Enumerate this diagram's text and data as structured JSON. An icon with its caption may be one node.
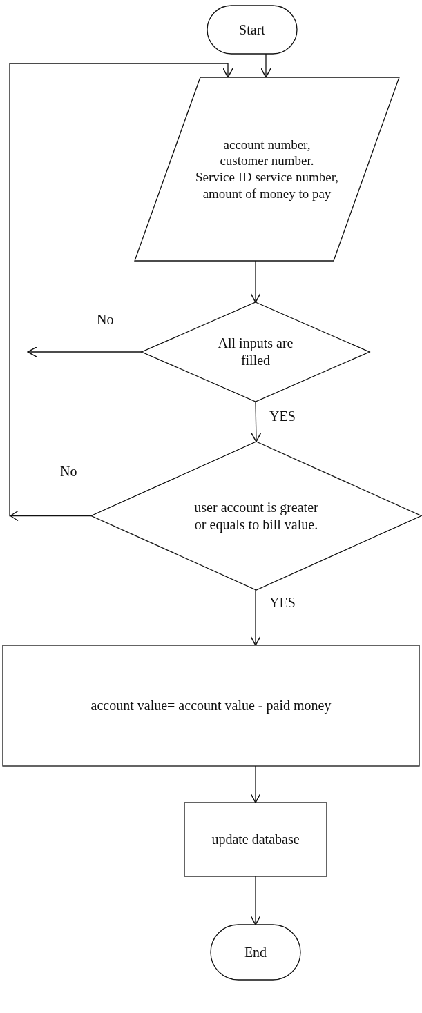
{
  "diagram": {
    "nodes": [
      {
        "text": [
          "Start"
        ]
      },
      {
        "text": [
          "account number,",
          "customer number.",
          "Service ID service number,",
          "amount of money to pay"
        ]
      },
      {
        "text": [
          "All inputs are filled"
        ]
      },
      {
        "text": [
          "user account is greater or equals to bill value."
        ]
      },
      {
        "text": [
          "account value= account value - paid money"
        ]
      },
      {
        "text": [
          "update database"
        ]
      },
      {
        "text": [
          "End"
        ]
      }
    ],
    "edges": [
      {
        "from": 0,
        "to": 1,
        "arrow": "to"
      },
      {
        "from": 3,
        "to": 1,
        "arrow": "to",
        "label": "No"
      },
      {
        "from": 1,
        "to": 2,
        "arrow": "to"
      },
      {
        "from": 2,
        "to": null,
        "arrow": "to",
        "label": "No"
      },
      {
        "from": 2,
        "to": 3,
        "arrow": "to",
        "label": "YES"
      },
      {
        "from": 3,
        "to": 4,
        "arrow": "to",
        "label": "YES"
      },
      {
        "from": 4,
        "to": 5,
        "arrow": "to"
      },
      {
        "from": 5,
        "to": 6,
        "arrow": "to"
      }
    ]
  }
}
